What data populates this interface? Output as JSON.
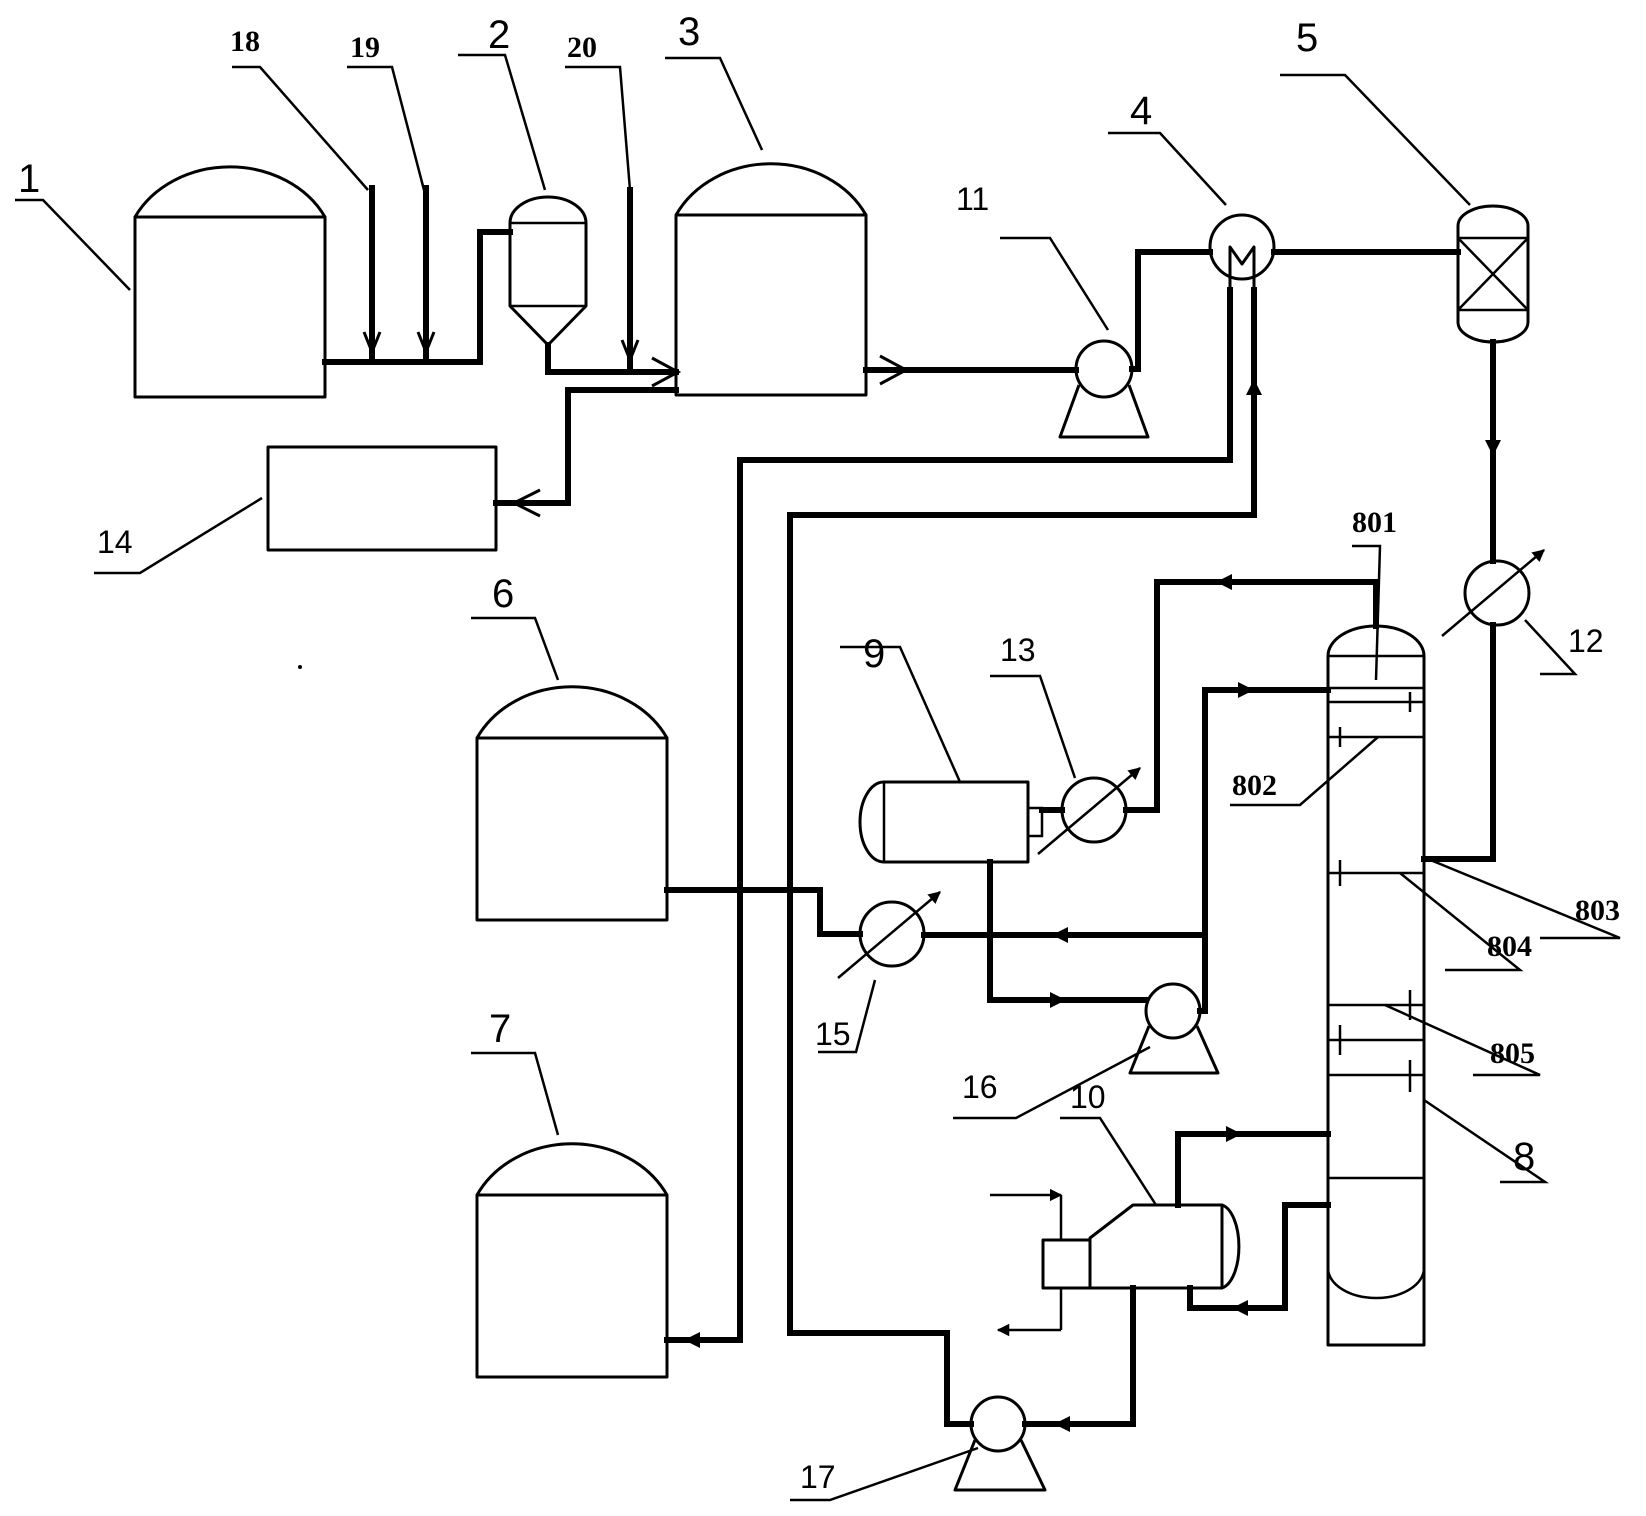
{
  "labels": {
    "n1": "1",
    "n2": "2",
    "n3": "3",
    "n4": "4",
    "n5": "5",
    "n6": "6",
    "n7": "7",
    "n8": "8",
    "n9": "9",
    "n10": "10",
    "n11": "11",
    "n12": "12",
    "n13": "13",
    "n14": "14",
    "n15": "15",
    "n16": "16",
    "n17": "17",
    "n18": "18",
    "n19": "19",
    "n20": "20",
    "n801": "801",
    "n802": "802",
    "n803": "803",
    "n804": "804",
    "n805": "805"
  }
}
